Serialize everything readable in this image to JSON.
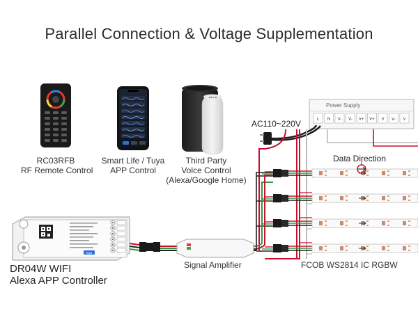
{
  "title": "Parallel Connection & Voltage Supplementation",
  "remote": {
    "name": "RC03RFB",
    "desc": "RF Remote Control"
  },
  "phone_app": {
    "line1": "Smart Life / Tuya",
    "line2": "APP Control"
  },
  "voice": {
    "line1": "Third Party",
    "line2": "Volce Control",
    "line3": "(Alexa/Google Home)"
  },
  "power_supply": {
    "label": "Power Supply",
    "terminals": [
      "L",
      "N",
      "V-",
      "V-",
      "V+",
      "V+",
      "V",
      "V-",
      "V"
    ]
  },
  "ac_input": "AC110~220V",
  "data_direction": "Data Direction",
  "controller": {
    "line1": "DR04W WIFI",
    "line2": "Alexa APP Controller",
    "brand": "tuya"
  },
  "amplifier": {
    "label": "Signal Amplifier"
  },
  "strip": {
    "label": "FCOB WS2814 IC RGBW"
  },
  "colors": {
    "red_wire": "#c8102e",
    "black_wire": "#222222",
    "green_wire": "#2e9a3f",
    "gray_wire": "#888888",
    "strip_edge": "#bfbfbf"
  }
}
